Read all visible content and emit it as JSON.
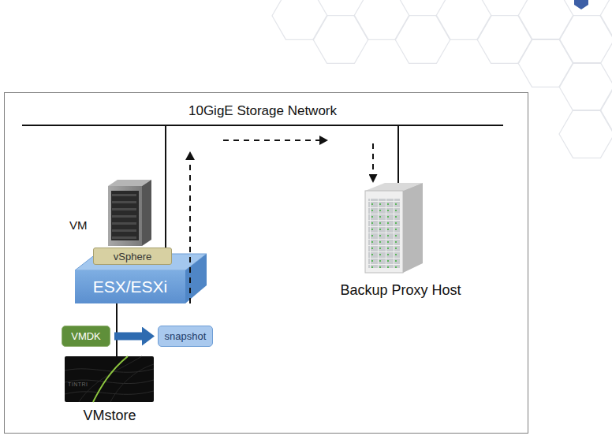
{
  "diagram": {
    "nodes": [
      {
        "text": [
          "10GigE Storage Network"
        ]
      },
      {
        "text": [
          "VM"
        ]
      },
      {
        "text": [
          "vSphere"
        ]
      },
      {
        "text": [
          "ESX/ESXi"
        ]
      },
      {
        "text": [
          "VMDK"
        ]
      },
      {
        "text": [
          "snapshot"
        ]
      },
      {
        "text": [
          "VMstore"
        ]
      },
      {
        "text": [
          "Backup Proxy Host"
        ]
      }
    ],
    "edges": [
      {
        "from": 0,
        "to": 2,
        "arrow": "none"
      },
      {
        "from": 0,
        "to": 7,
        "arrow": "none"
      },
      {
        "from": 3,
        "to": 6,
        "arrow": "none"
      },
      {
        "from": 4,
        "to": 5,
        "arrow": "to"
      },
      {
        "from": 3,
        "to": 7,
        "arrow": "to"
      }
    ],
    "labels": [
      "TINTRI"
    ]
  }
}
